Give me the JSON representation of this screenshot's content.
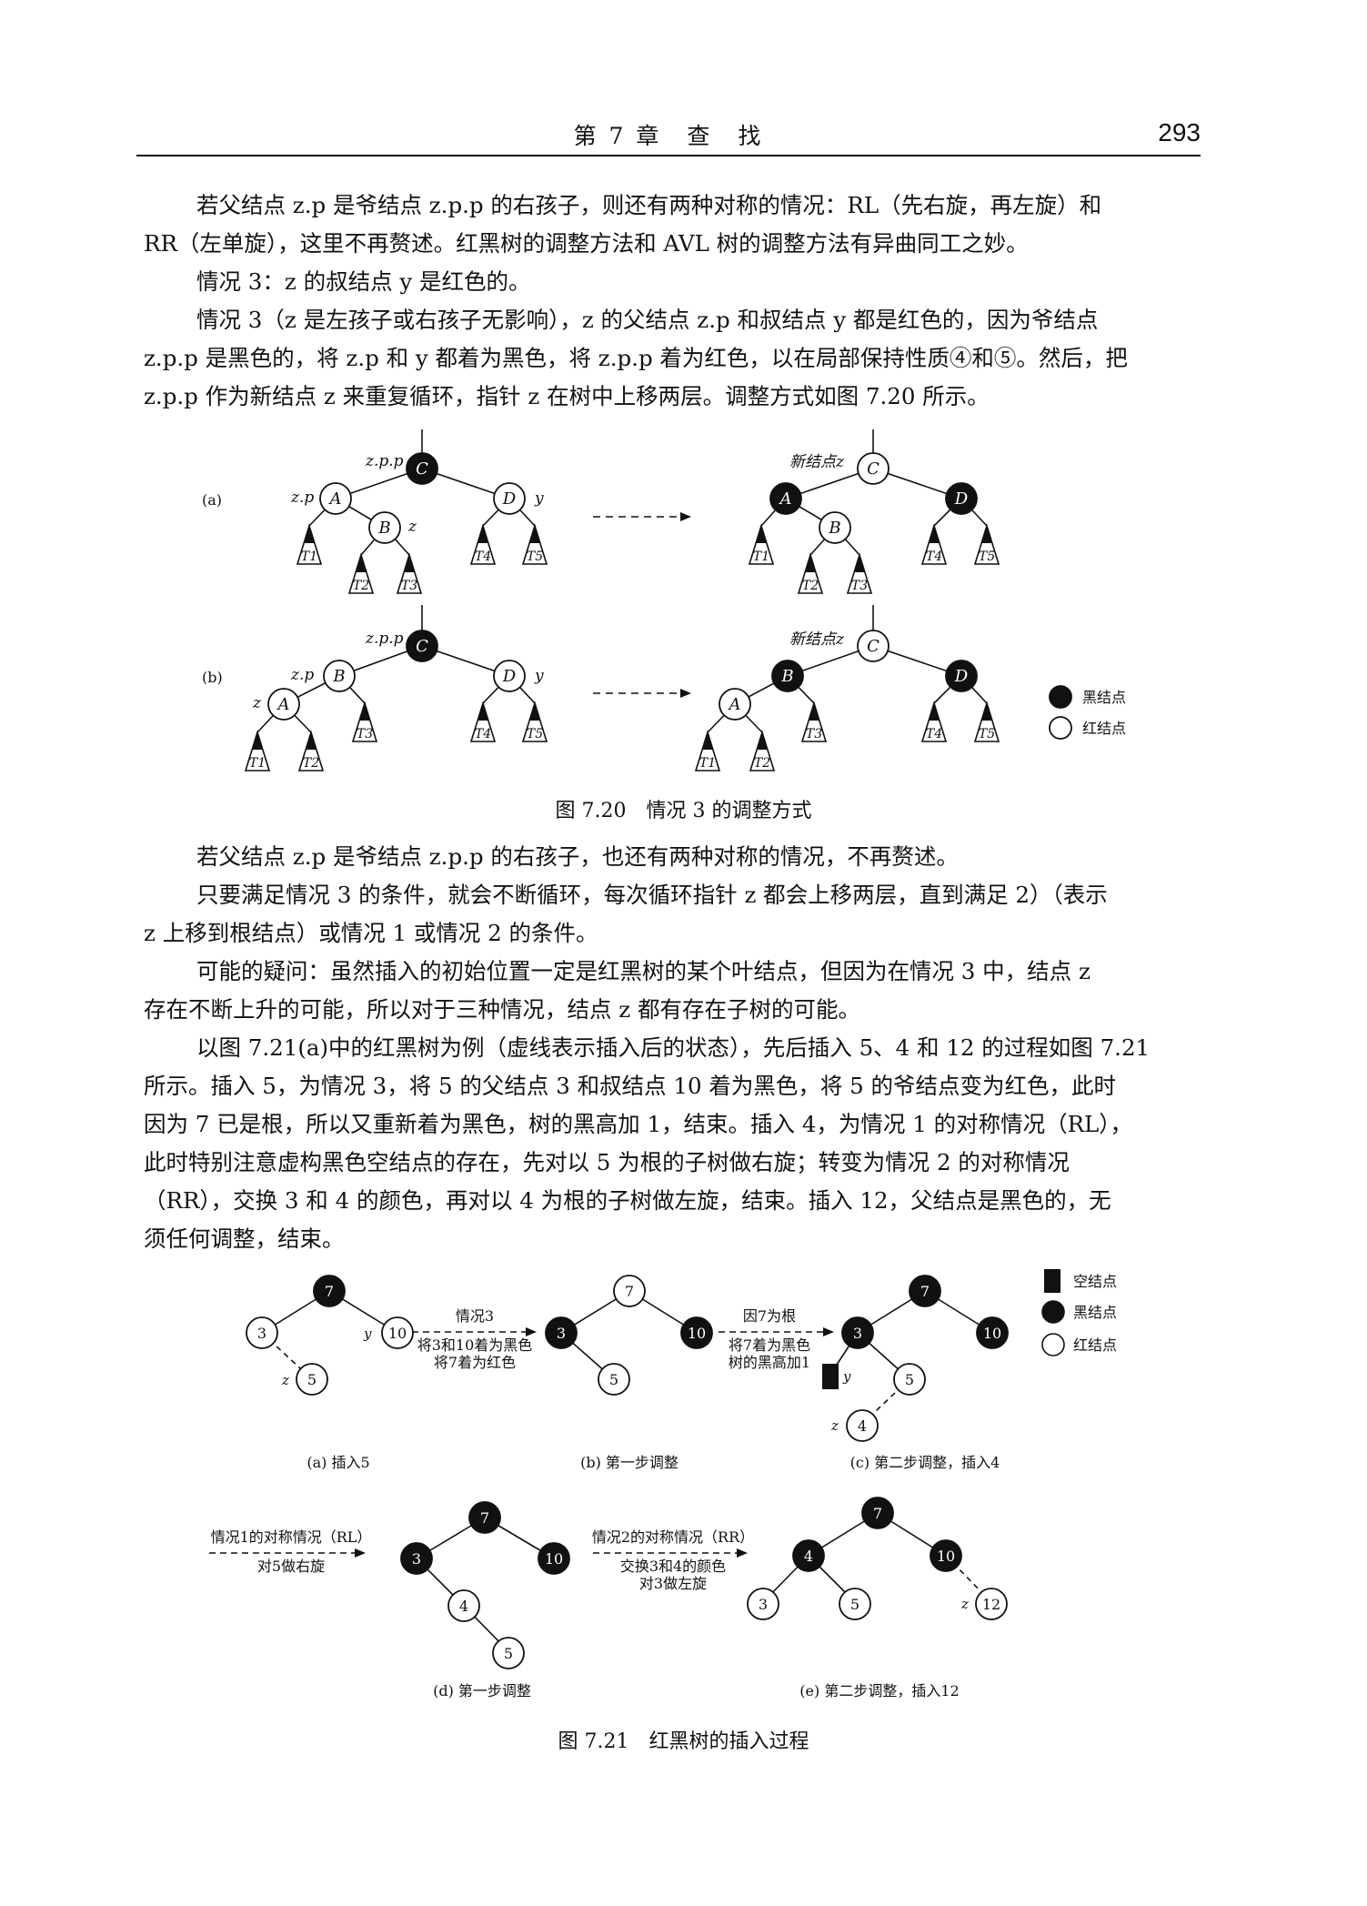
{
  "header": {
    "chapter": "第 7 章　查　找",
    "page_number": "293"
  },
  "paragraphs": {
    "p1": [
      "若父结点 z.p 是爷结点 z.p.p 的右孩子，则还有两种对称的情况：RL（先右旋，再左旋）和",
      "RR（左单旋），这里不再赘述。红黑树的调整方法和 AVL 树的调整方法有异曲同工之妙。"
    ],
    "p2": [
      "情况 3：z 的叔结点 y 是红色的。"
    ],
    "p3": [
      "情况 3（z 是左孩子或右孩子无影响），z 的父结点 z.p 和叔结点 y 都是红色的，因为爷结点",
      "z.p.p 是黑色的，将 z.p 和 y 都着为黑色，将 z.p.p 着为红色，以在局部保持性质④和⑤。然后，把",
      "z.p.p 作为新结点 z 来重复循环，指针 z 在树中上移两层。调整方式如图 7.20 所示。"
    ],
    "p4": [
      "若父结点 z.p 是爷结点 z.p.p 的右孩子，也还有两种对称的情况，不再赘述。"
    ],
    "p5": [
      "只要满足情况 3 的条件，就会不断循环，每次循环指针 z 都会上移两层，直到满足 2）（表示",
      "z 上移到根结点）或情况 1 或情况 2 的条件。"
    ],
    "p6": [
      "可能的疑问：虽然插入的初始位置一定是红黑树的某个叶结点，但因为在情况 3 中，结点 z",
      "存在不断上升的可能，所以对于三种情况，结点 z 都有存在子树的可能。"
    ],
    "p7": [
      "以图 7.21(a)中的红黑树为例（虚线表示插入后的状态），先后插入 5、4 和 12 的过程如图 7.21",
      "所示。插入 5，为情况 3，将 5 的父结点 3 和叔结点 10 着为黑色，将 5 的爷结点变为红色，此时",
      "因为 7 已是根，所以又重新着为黑色，树的黑高加 1，结束。插入 4，为情况 1 的对称情况（RL），",
      "此时特别注意虚构黑色空结点的存在，先对以 5 为根的子树做右旋；转变为情况 2 的对称情况",
      "（RR），交换 3 和 4 的颜色，再对以 4 为根的子树做左旋，结束。插入 12，父结点是黑色的，无",
      "须任何调整，结束。"
    ]
  },
  "fig720": {
    "caption": "图 7.20　情况 3 的调整方式",
    "row_a_label": "(a)",
    "row_b_label": "(b)",
    "label_zpp": "z.p.p",
    "label_zp": "z.p",
    "label_y": "y",
    "label_z": "z",
    "label_new_z": "新结点z",
    "node_A": "A",
    "node_B": "B",
    "node_C": "C",
    "node_D": "D",
    "T1": "T1",
    "T2": "T2",
    "T3": "T3",
    "T4": "T4",
    "T5": "T5",
    "legend_black": "黑结点",
    "legend_red": "红结点"
  },
  "fig721": {
    "caption": "图 7.21　红黑树的插入过程",
    "sub_a": "(a) 插入5",
    "sub_b": "(b) 第一步调整",
    "sub_c": "(c) 第二步调整，插入4",
    "sub_d": "(d) 第一步调整",
    "sub_e": "(e) 第二步调整，插入12",
    "arrow1_top": "情况3",
    "arrow1_bottom1": "将3和10着为黑色",
    "arrow1_bottom2": "将7着为红色",
    "arrow2_top": "因7为根",
    "arrow2_bottom1": "将7着为黑色",
    "arrow2_bottom2": "树的黑高加1",
    "arrow3_top": "情况1的对称情况（RL）",
    "arrow3_bottom": "对5做右旋",
    "arrow4_top": "情况2的对称情况（RR）",
    "arrow4_bottom1": "交换3和4的颜色",
    "arrow4_bottom2": "对3做左旋",
    "legend_null": "空结点",
    "legend_black": "黑结点",
    "legend_red": "红结点",
    "label_y": "y",
    "label_z": "z",
    "n3": "3",
    "n4": "4",
    "n5": "5",
    "n7": "7",
    "n10": "10",
    "n12": "12"
  }
}
